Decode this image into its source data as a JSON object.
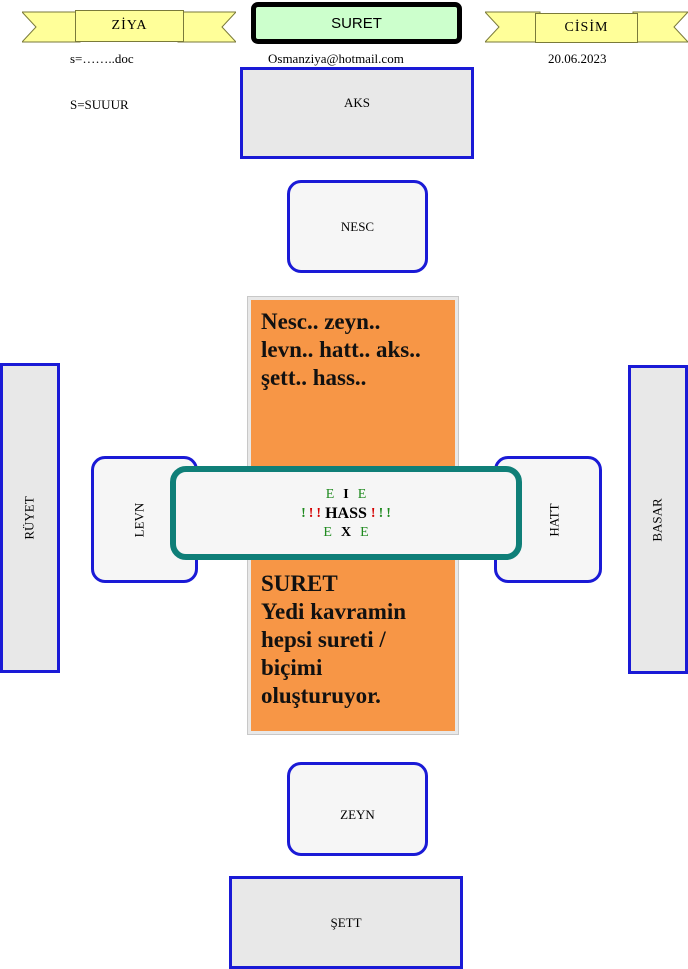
{
  "ribbons": {
    "left": {
      "label": "ZİYA"
    },
    "right": {
      "label": "CİSİM"
    }
  },
  "title": "SURET",
  "header": {
    "file_line": "s=……..doc",
    "email": "Osmanziya@hotmail.com",
    "date": "20.06.2023",
    "sub_line": "S=SUUUR"
  },
  "boxes": {
    "aks": "AKS",
    "nesc": "NESC",
    "ruyet": "RÜYET",
    "levn": "LEVN",
    "hatt": "HATT",
    "basar": "BASAR",
    "zeyn": "ZEYN",
    "sett": "ŞETT"
  },
  "orange_panel": {
    "top_text": "Nesc.. zeyn..\nlevn.. hatt.. aks..\nşett.. hass..",
    "bottom_title": "SURET",
    "bottom_text": "Yedi kavramin\nhepsi sureti /\nbiçimi\noluşturuyor."
  },
  "center": {
    "row1": [
      "E",
      "I",
      "E"
    ],
    "exclaim_left": [
      "!",
      "!",
      "!"
    ],
    "word": "HASS",
    "exclaim_right": [
      "!",
      "!",
      "!"
    ],
    "row3": [
      "E",
      "X",
      "E"
    ]
  },
  "colors": {
    "border_blue": "#1a1ad6",
    "teal": "#0f7f78",
    "orange": "#f79646",
    "ribbon_yellow": "#ffff99",
    "title_green": "#ccffcc"
  }
}
